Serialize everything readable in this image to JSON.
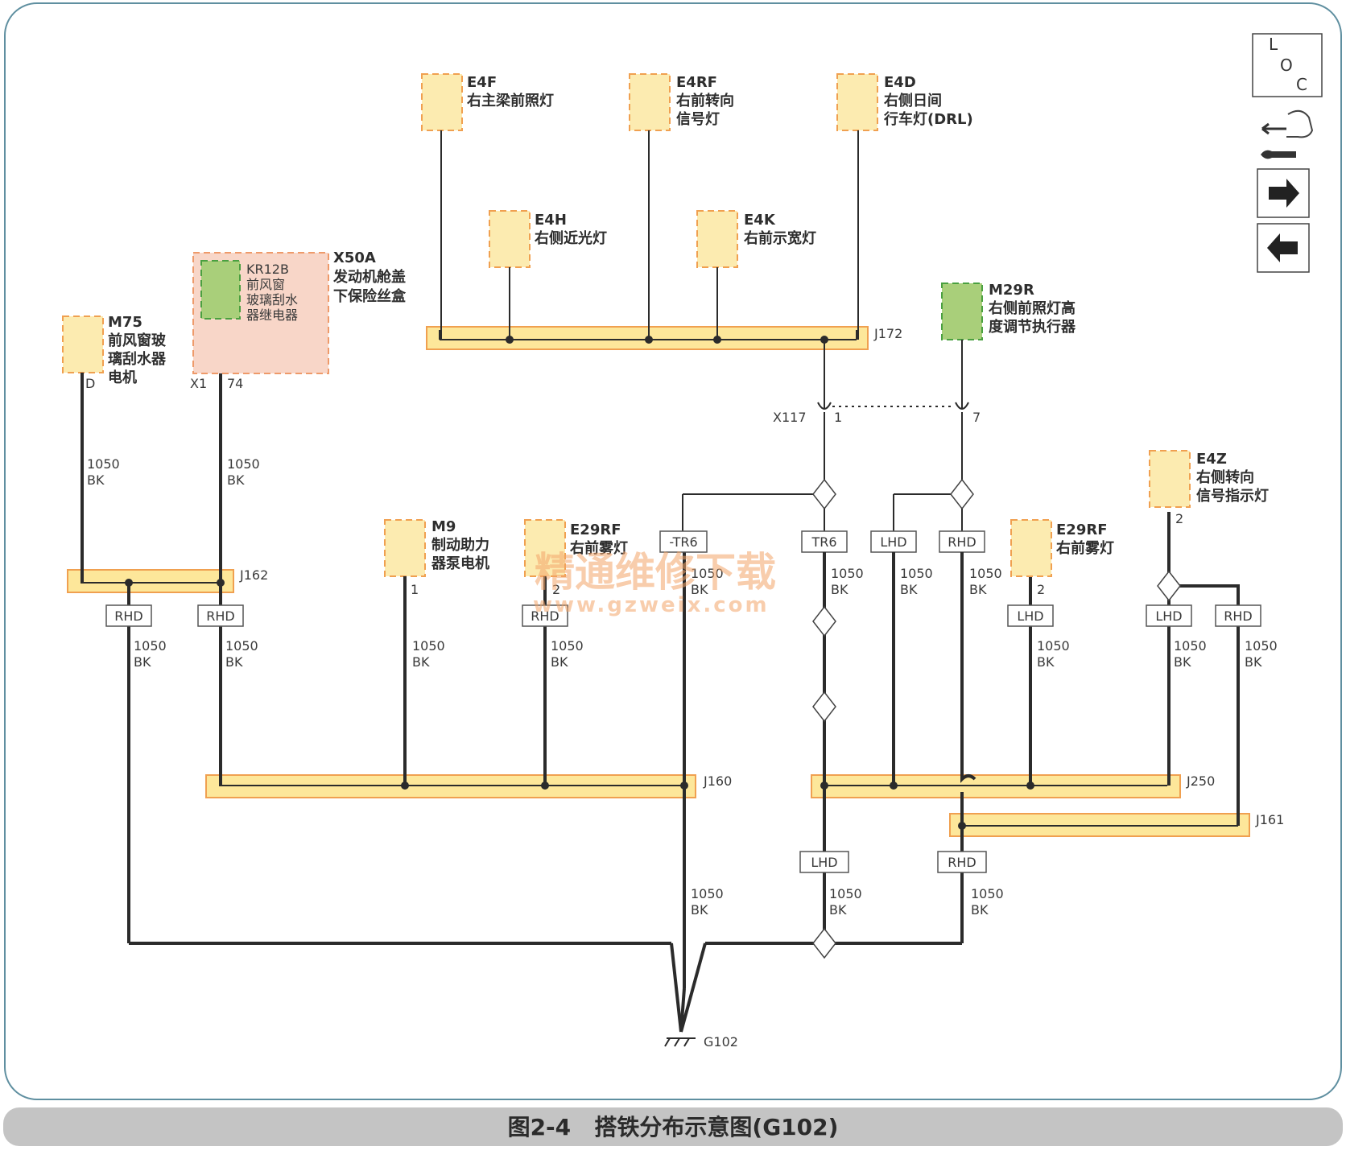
{
  "colors": {
    "component_fill": "#fcebb0",
    "component_border": "#f0a050",
    "relay_fill": "#a9cf7a",
    "relay_border": "#4aa040",
    "fusebox_fill": "#f8d6c8",
    "fusebox_border": "#ee9a6a",
    "splice_fill": "#fde79a",
    "splice_border": "#f0a050",
    "wire": "#2b2b2b",
    "frame": "#5f8fa0",
    "caption_bar": "#c4c4c4",
    "watermark": "#f4a56a"
  },
  "components": {
    "E4F": {
      "code": "E4F",
      "lines": [
        "右主梁前照灯"
      ]
    },
    "E4RF": {
      "code": "E4RF",
      "lines": [
        "右前转向",
        "信号灯"
      ]
    },
    "E4D": {
      "code": "E4D",
      "lines": [
        "右侧日间",
        "行车灯(DRL)"
      ]
    },
    "E4H": {
      "code": "E4H",
      "lines": [
        "右侧近光灯"
      ]
    },
    "E4K": {
      "code": "E4K",
      "lines": [
        "右前示宽灯"
      ]
    },
    "M29R": {
      "code": "M29R",
      "lines": [
        "右侧前照灯高",
        "度调节执行器"
      ]
    },
    "X50A": {
      "code": "X50A",
      "lines": [
        "发动机舱盖",
        "下保险丝盒"
      ]
    },
    "KR12B": {
      "code": "KR12B",
      "lines": [
        "前风窗",
        "玻璃刮水",
        "器继电器"
      ]
    },
    "M75": {
      "code": "M75",
      "lines": [
        "前风窗玻",
        "璃刮水器",
        "电机"
      ]
    },
    "M9": {
      "code": "M9",
      "lines": [
        "制动助力",
        "器泵电机"
      ]
    },
    "E29RF_a": {
      "code": "E29RF",
      "lines": [
        "右前雾灯"
      ]
    },
    "E29RF_b": {
      "code": "E29RF",
      "lines": [
        "右前雾灯"
      ]
    },
    "E4Z": {
      "code": "E4Z",
      "lines": [
        "右侧转向",
        "信号指示灯"
      ]
    }
  },
  "pins": {
    "m75": "D",
    "x50a_conn": "X1",
    "x50a_pin": "74",
    "m9": "1",
    "e29rf_a": "2",
    "e29rf_b": "2",
    "e4z": "2",
    "x117_pin1": "1",
    "x117_pin2": "7"
  },
  "connector": "X117",
  "splices": [
    "J172",
    "J162",
    "J160",
    "J250",
    "J161"
  ],
  "ground": "G102",
  "wire": {
    "gauge": "1050",
    "color": "BK"
  },
  "options": {
    "rhd": "RHD",
    "lhd": "LHD",
    "tr6": "TR6",
    "not_tr6": "-TR6"
  },
  "loc_letters": [
    "L",
    "O",
    "C"
  ],
  "watermark": {
    "cn": "精通维修下载",
    "url": "www.gzweix.com"
  },
  "caption": "图2-4   搭铁分布示意图(G102)"
}
